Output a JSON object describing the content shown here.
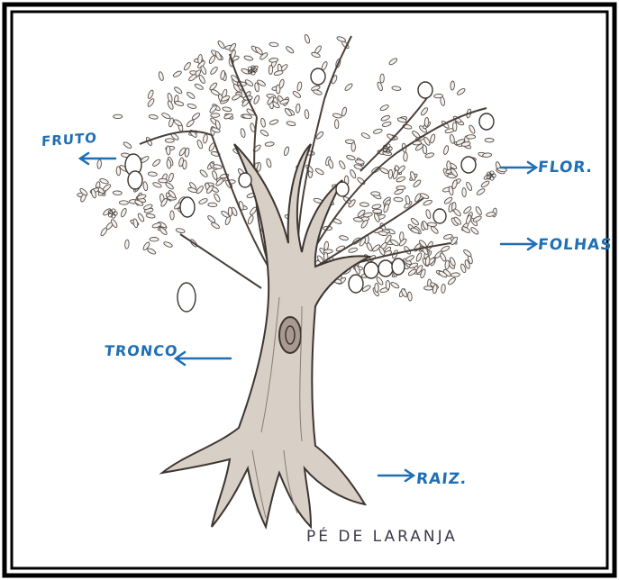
{
  "labels": {
    "fruto": "FRUTO",
    "flor": "FLOR.",
    "folhas": "FOLHAS",
    "tronco": "TRONCO",
    "raiz": "RAIZ."
  },
  "caption": "PÉ DE LARANJA",
  "colors": {
    "label_blue": "#1f6fb5",
    "pencil": "#3d3530",
    "trunk_fill": "#d8cfc6",
    "frame": "#000000"
  }
}
